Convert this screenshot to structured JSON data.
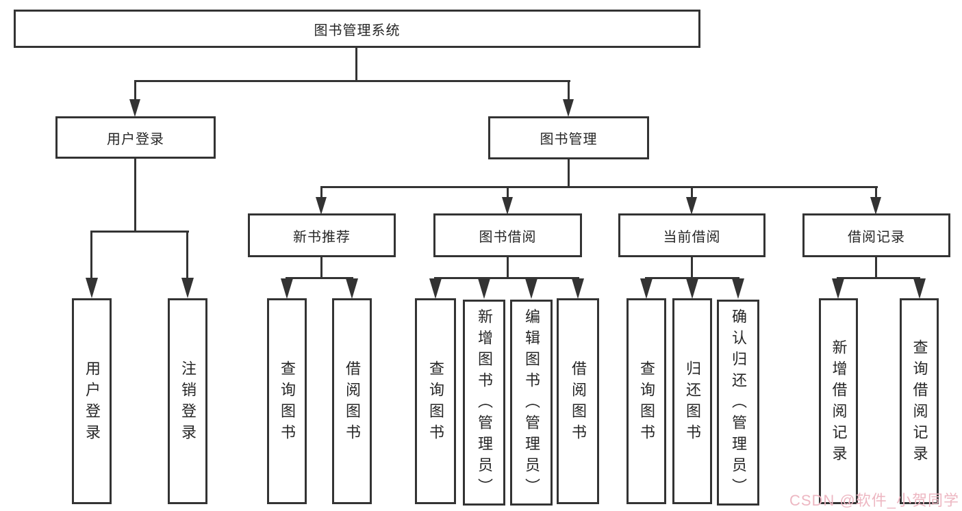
{
  "diagram": {
    "title": "图书管理系统",
    "tree": {
      "label": "图书管理系统",
      "children": [
        {
          "label": "用户登录",
          "children": [
            {
              "label": "用户登录"
            },
            {
              "label": "注销登录"
            }
          ]
        },
        {
          "label": "图书管理",
          "children": [
            {
              "label": "新书推荐",
              "children": [
                {
                  "label": "查询图书"
                },
                {
                  "label": "借阅图书"
                }
              ]
            },
            {
              "label": "图书借阅",
              "children": [
                {
                  "label": "查询图书"
                },
                {
                  "label": "新增图书（管理员）"
                },
                {
                  "label": "编辑图书（管理员）"
                },
                {
                  "label": "借阅图书"
                }
              ]
            },
            {
              "label": "当前借阅",
              "children": [
                {
                  "label": "查询图书"
                },
                {
                  "label": "归还图书"
                },
                {
                  "label": "确认归还（管理员）"
                }
              ]
            },
            {
              "label": "借阅记录",
              "children": [
                {
                  "label": "新增借阅记录"
                },
                {
                  "label": "查询借阅记录"
                }
              ]
            }
          ]
        }
      ]
    }
  },
  "watermark": {
    "text": "CSDN @软件_小贺同学",
    "color": "#edb7c2"
  },
  "colors": {
    "line": "#333333",
    "text": "#262626",
    "background": "#ffffff"
  }
}
